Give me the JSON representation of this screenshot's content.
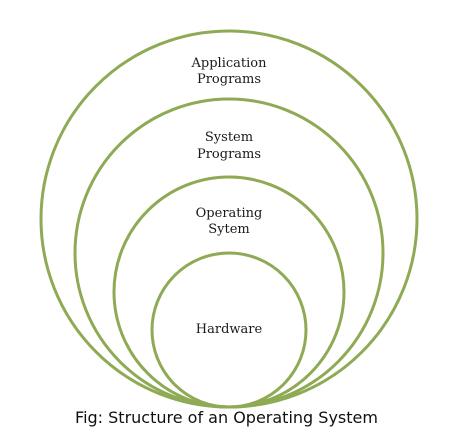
{
  "colors": {
    "ring_stroke": "#8faa55",
    "background": "#ffffff"
  },
  "rings": [
    {
      "id": "application-programs",
      "label_lines": [
        "Application",
        "Programs"
      ]
    },
    {
      "id": "system-programs",
      "label_lines": [
        "System",
        "Programs"
      ]
    },
    {
      "id": "operating-system",
      "label_lines": [
        "Operating",
        "Sytem"
      ]
    },
    {
      "id": "hardware",
      "label_lines": [
        "Hardware"
      ]
    }
  ],
  "caption": "Fig: Structure of an Operating System"
}
